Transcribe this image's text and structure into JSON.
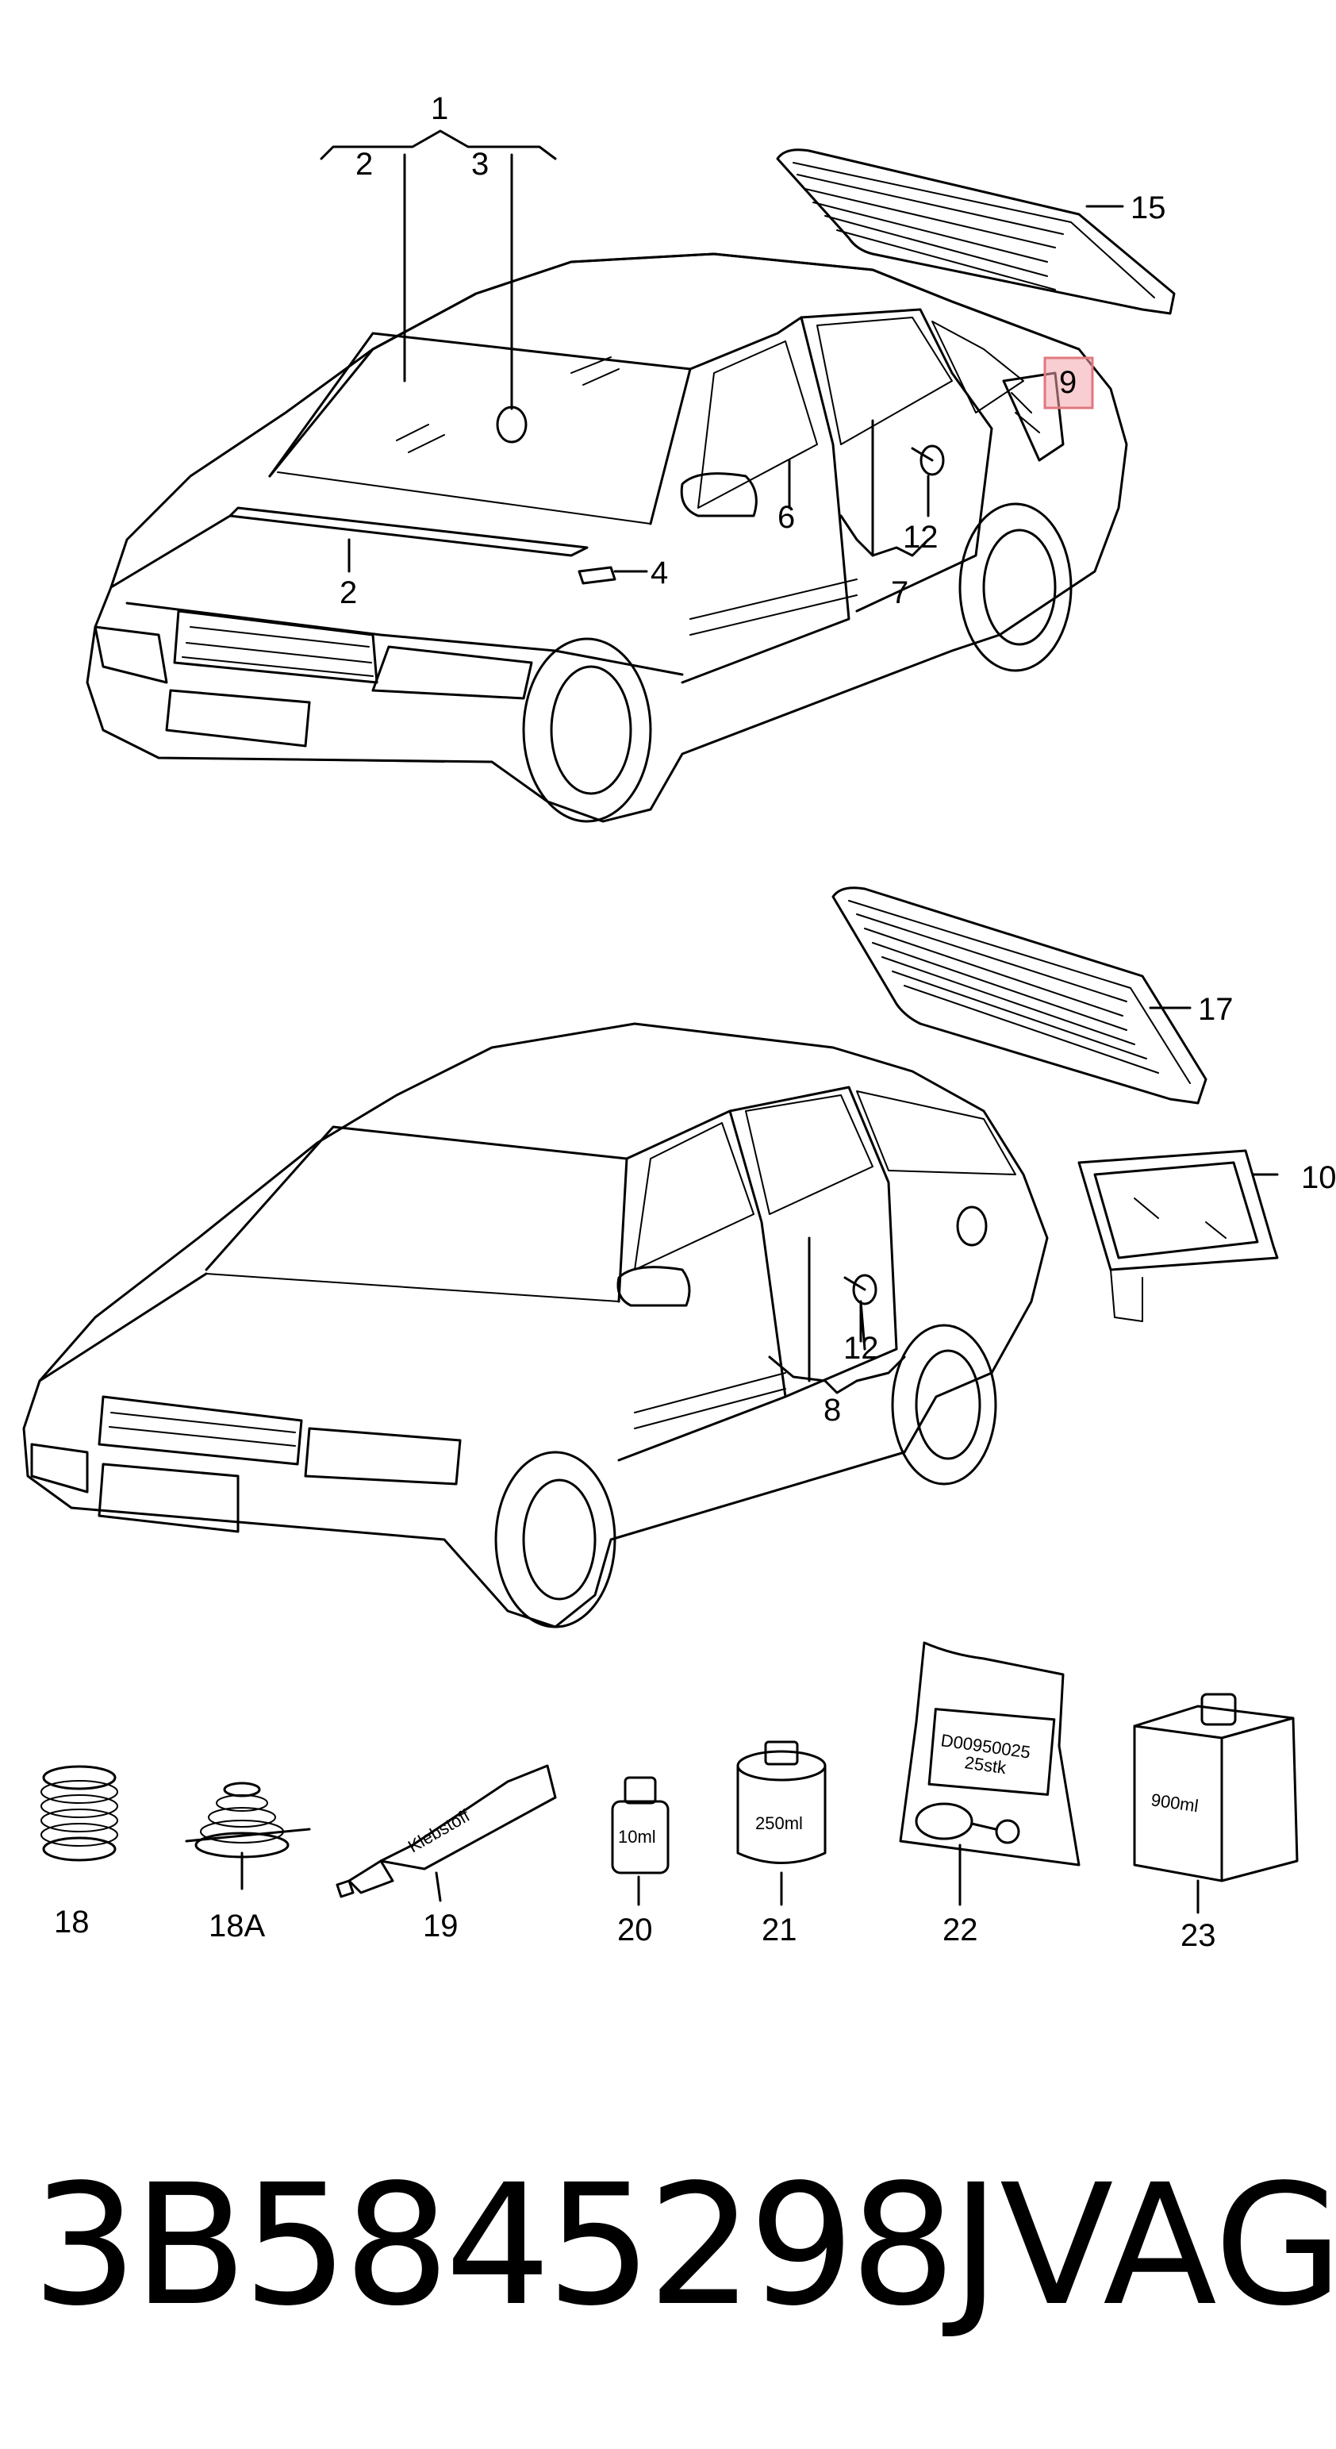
{
  "callouts": {
    "c1": "1",
    "c2a": "2",
    "c3": "3",
    "c2b": "2",
    "c4": "4",
    "c6": "6",
    "c7": "7",
    "c9": "9",
    "c12a": "12",
    "c15": "15",
    "c17": "17",
    "c10": "10",
    "c12b": "12",
    "c8": "8",
    "c18": "18",
    "c18a": "18A",
    "c19": "19",
    "c20": "20",
    "c21": "21",
    "c22": "22",
    "c23": "23"
  },
  "highlight_color": "#f4a6ad",
  "product_labels": {
    "tube": "Klebstoff",
    "bottle_small": "10ml",
    "can": "250ml",
    "bag_line1": "D00950025",
    "bag_line2": "25stk",
    "box": "900ml"
  },
  "footer": {
    "part_number": "3B5845298J",
    "brand": "VAG"
  }
}
